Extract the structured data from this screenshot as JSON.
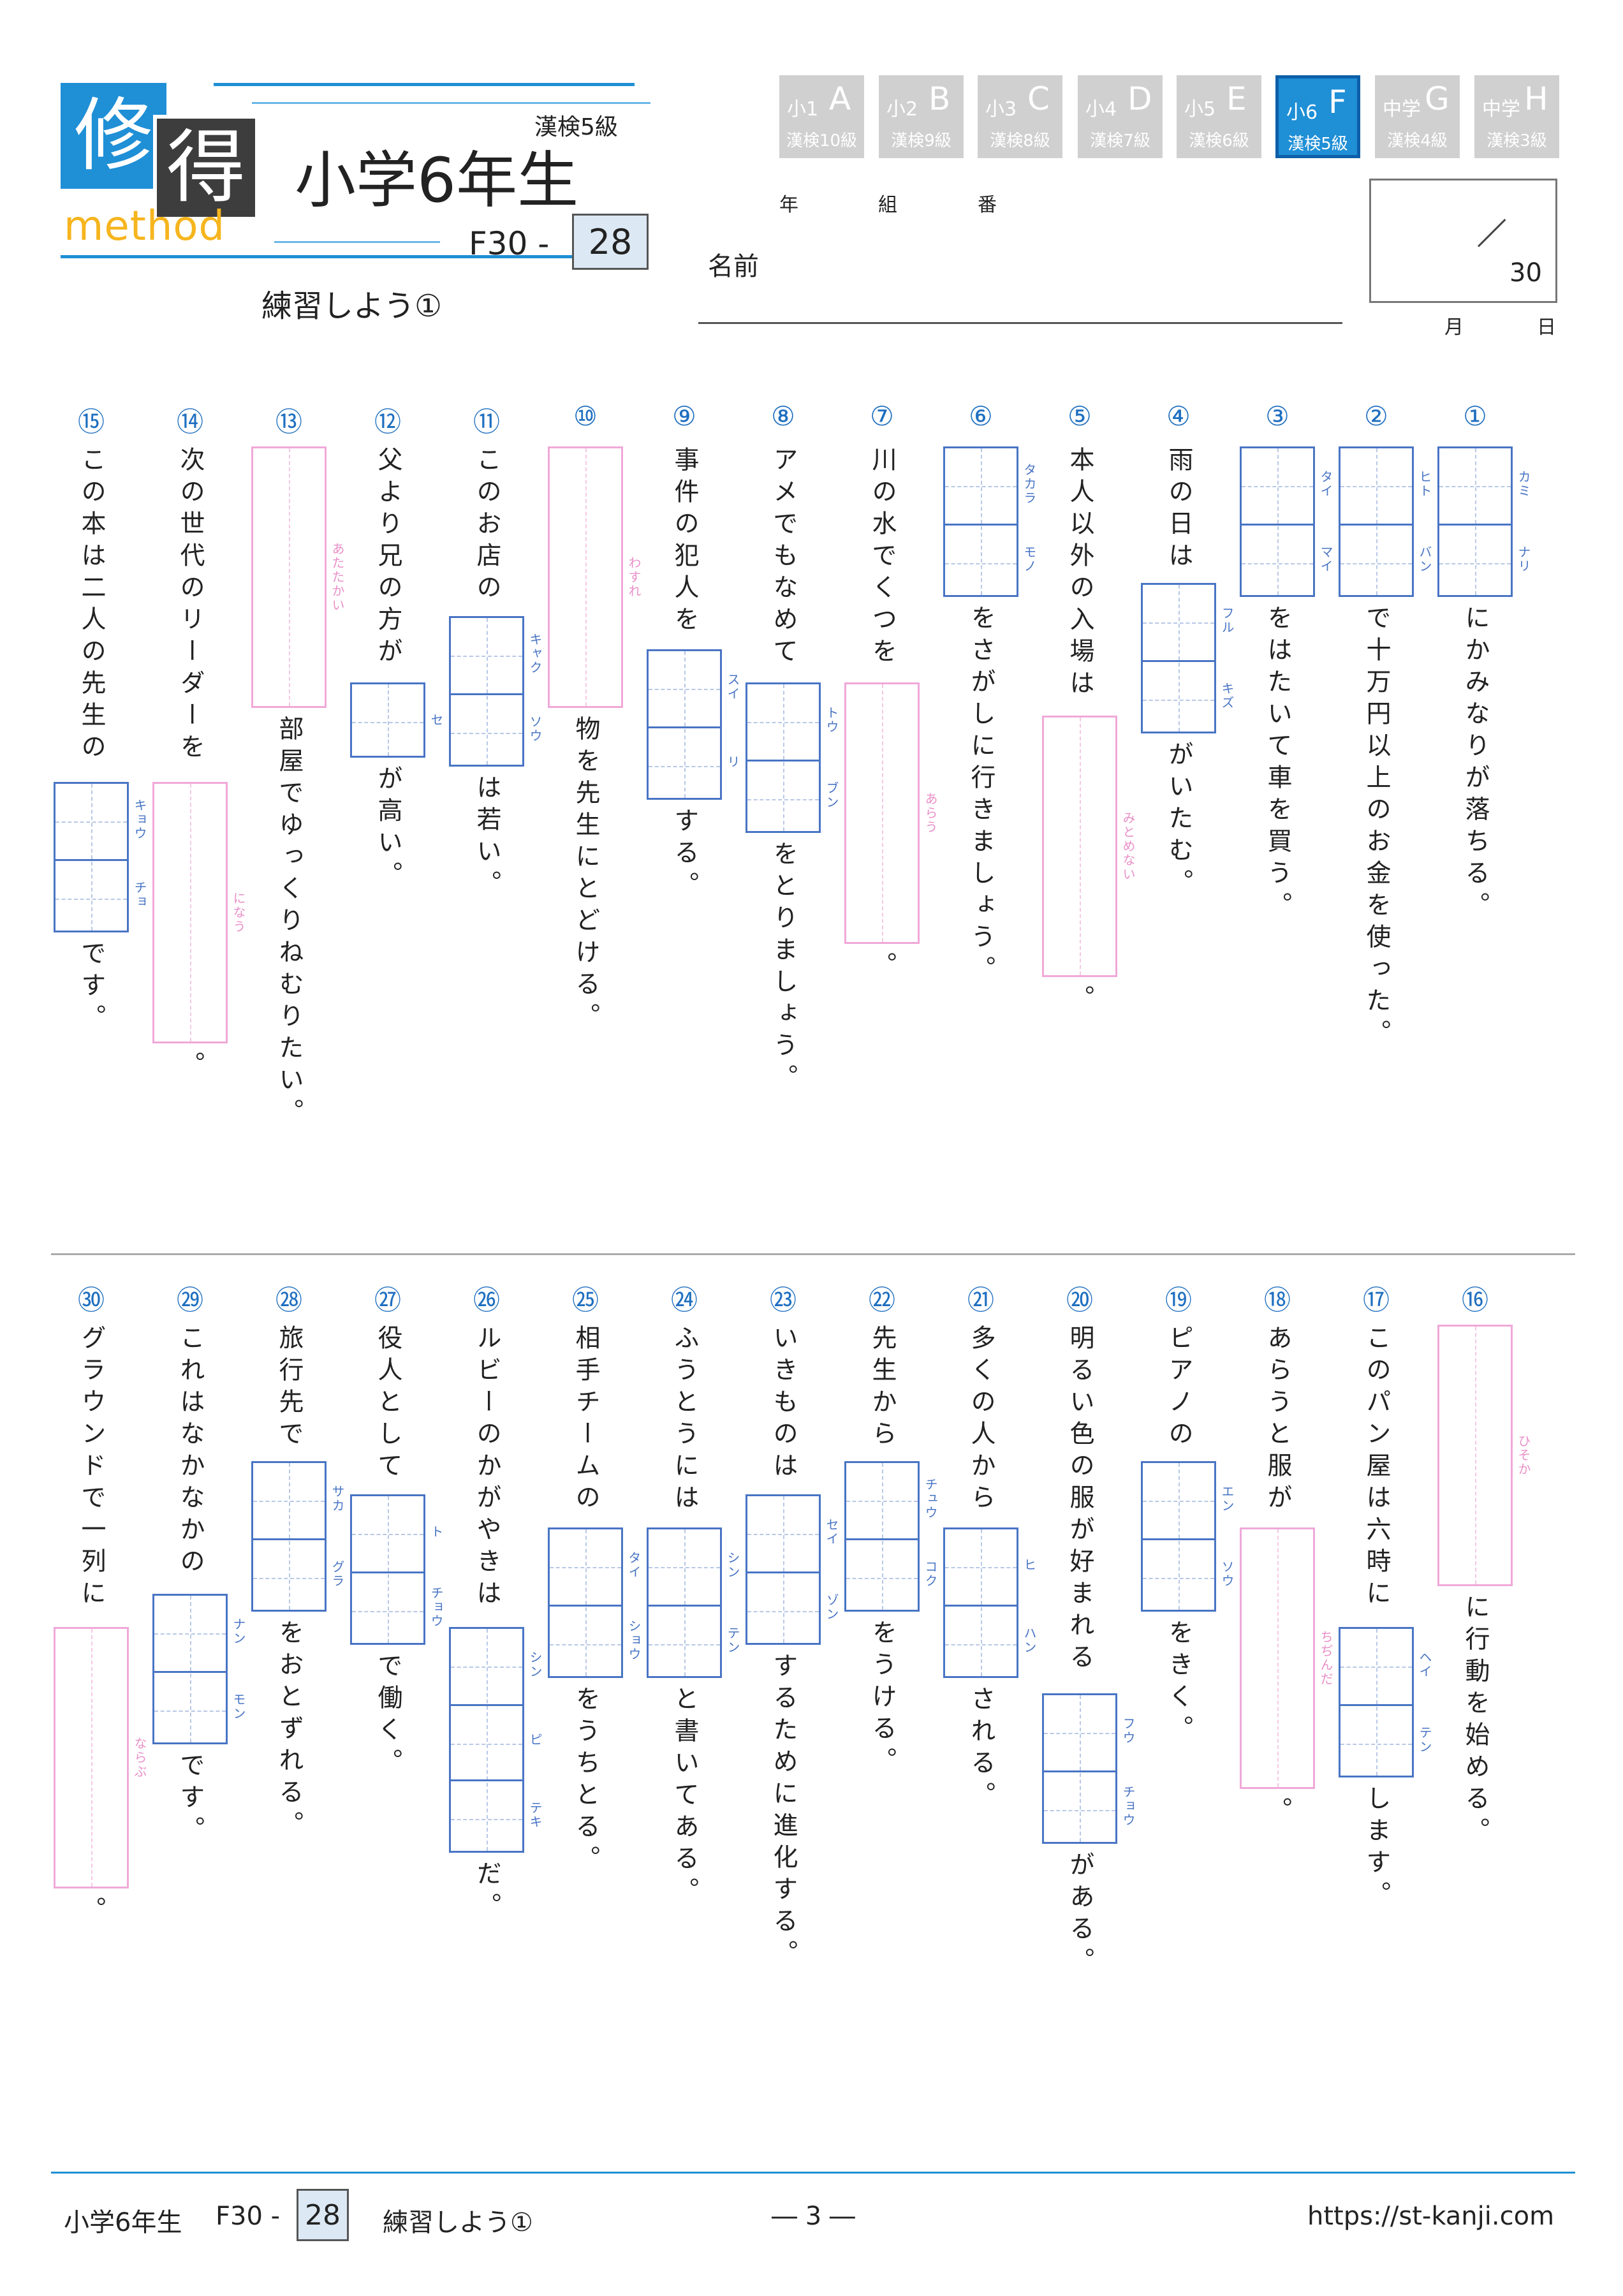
{
  "logo": {
    "char1": "修",
    "char2": "得",
    "word": "method"
  },
  "header": {
    "grade_title": "小学6年生",
    "kentei": "漢検5級",
    "code_prefix": "F30 -",
    "number": "28",
    "subtitle": "練習しよう①"
  },
  "levels": [
    {
      "grade": "小1",
      "letter": "A",
      "kentei": "漢検10級",
      "active": false
    },
    {
      "grade": "小2",
      "letter": "B",
      "kentei": "漢検9級",
      "active": false
    },
    {
      "grade": "小3",
      "letter": "C",
      "kentei": "漢検8級",
      "active": false
    },
    {
      "grade": "小4",
      "letter": "D",
      "kentei": "漢検7級",
      "active": false
    },
    {
      "grade": "小5",
      "letter": "E",
      "kentei": "漢検6級",
      "active": false
    },
    {
      "grade": "小6",
      "letter": "F",
      "kentei": "漢検5級",
      "active": true
    },
    {
      "grade": "中学",
      "letter": "G",
      "kentei": "漢検4級",
      "active": false
    },
    {
      "grade": "中学",
      "letter": "H",
      "kentei": "漢検3級",
      "active": false
    }
  ],
  "form": {
    "year": "年",
    "class": "組",
    "number": "番",
    "name": "名前",
    "month": "月",
    "day": "日",
    "score_max": "30"
  },
  "colors": {
    "accent": "#1f8fd6",
    "kanji_box": "#4874c4",
    "kana_box": "#f0a8d8",
    "number_bg": "#dce9f4"
  },
  "questions": [
    {
      "num": "1",
      "parts": [
        {
          "box": {
            "type": "kanji",
            "readings": [
              "カミ",
              "ナリ"
            ],
            "len": 2
          }
        },
        {
          "text": "にかみなりが落ちる。"
        }
      ]
    },
    {
      "num": "2",
      "parts": [
        {
          "box": {
            "type": "kanji",
            "readings": [
              "ヒト",
              "バン"
            ],
            "len": 2
          }
        },
        {
          "text": "で十万円以上のお金を使った。"
        }
      ]
    },
    {
      "num": "3",
      "parts": [
        {
          "box": {
            "type": "kanji",
            "readings": [
              "タイ",
              "マイ"
            ],
            "len": 2
          }
        },
        {
          "text": "をはたいて車を買う。"
        }
      ]
    },
    {
      "num": "4",
      "parts": [
        {
          "text": "雨の日は"
        },
        {
          "box": {
            "type": "kanji",
            "readings": [
              "フル",
              "キズ"
            ],
            "len": 2
          }
        },
        {
          "text": "がいたむ。"
        }
      ]
    },
    {
      "num": "5",
      "parts": [
        {
          "text": "本人以外の入場は"
        },
        {
          "box": {
            "type": "kana",
            "readings": [
              "みとめない"
            ],
            "len": 3
          }
        },
        {
          "text": "。"
        }
      ]
    },
    {
      "num": "6",
      "parts": [
        {
          "box": {
            "type": "kanji",
            "readings": [
              "タカラ",
              "モノ"
            ],
            "len": 2
          }
        },
        {
          "text": "をさがしに行きましょう。"
        }
      ]
    },
    {
      "num": "7",
      "parts": [
        {
          "text": "川の水でくつを"
        },
        {
          "box": {
            "type": "kana",
            "readings": [
              "あらう"
            ],
            "len": 3
          }
        },
        {
          "text": "。"
        }
      ]
    },
    {
      "num": "8",
      "parts": [
        {
          "text": "アメでもなめて"
        },
        {
          "box": {
            "type": "kanji",
            "readings": [
              "トウ",
              "ブン"
            ],
            "len": 2
          }
        },
        {
          "text": "をとりましょう。"
        }
      ]
    },
    {
      "num": "9",
      "parts": [
        {
          "text": "事件の犯人を"
        },
        {
          "box": {
            "type": "kanji",
            "readings": [
              "スイ",
              "リ"
            ],
            "len": 2
          }
        },
        {
          "text": "する。"
        }
      ]
    },
    {
      "num": "10",
      "parts": [
        {
          "box": {
            "type": "kana",
            "readings": [
              "わすれ"
            ],
            "len": 3
          }
        },
        {
          "text": "物を先生にとどける。"
        }
      ]
    },
    {
      "num": "11",
      "parts": [
        {
          "text": "このお店の"
        },
        {
          "box": {
            "type": "kanji",
            "readings": [
              "キャク",
              "ソウ"
            ],
            "len": 2
          }
        },
        {
          "text": "は若い。"
        }
      ]
    },
    {
      "num": "12",
      "parts": [
        {
          "text": "父より兄の方が"
        },
        {
          "box": {
            "type": "kanji",
            "readings": [
              "セ"
            ],
            "len": 1
          }
        },
        {
          "text": "が高い。"
        }
      ]
    },
    {
      "num": "13",
      "parts": [
        {
          "box": {
            "type": "kana",
            "readings": [
              "あたたかい"
            ],
            "len": 3
          }
        },
        {
          "text": "部屋でゆっくりねむりたい。"
        }
      ]
    },
    {
      "num": "14",
      "parts": [
        {
          "text": "次の世代のリーダーを"
        },
        {
          "box": {
            "type": "kana",
            "readings": [
              "になう"
            ],
            "len": 3
          }
        },
        {
          "text": "。"
        }
      ]
    },
    {
      "num": "15",
      "parts": [
        {
          "text": "この本は二人の先生の"
        },
        {
          "box": {
            "type": "kanji",
            "readings": [
              "キョウ",
              "チョ"
            ],
            "len": 2
          }
        },
        {
          "text": "です。"
        }
      ]
    },
    {
      "num": "16",
      "parts": [
        {
          "box": {
            "type": "kana",
            "readings": [
              "ひそか"
            ],
            "len": 3
          }
        },
        {
          "text": "に行動を始める。"
        }
      ]
    },
    {
      "num": "17",
      "parts": [
        {
          "text": "このパン屋は六時に"
        },
        {
          "box": {
            "type": "kanji",
            "readings": [
              "ヘイ",
              "テン"
            ],
            "len": 2
          }
        },
        {
          "text": "します。"
        }
      ]
    },
    {
      "num": "18",
      "parts": [
        {
          "text": "あらうと服が"
        },
        {
          "box": {
            "type": "kana",
            "readings": [
              "ちぢんだ"
            ],
            "len": 3
          }
        },
        {
          "text": "。"
        }
      ]
    },
    {
      "num": "19",
      "parts": [
        {
          "text": "ピアノの"
        },
        {
          "box": {
            "type": "kanji",
            "readings": [
              "エン",
              "ソウ"
            ],
            "len": 2
          }
        },
        {
          "text": "をきく。"
        }
      ]
    },
    {
      "num": "20",
      "parts": [
        {
          "text": "明るい色の服が好まれる"
        },
        {
          "box": {
            "type": "kanji",
            "readings": [
              "フウ",
              "チョウ"
            ],
            "len": 2
          }
        },
        {
          "text": "がある。"
        }
      ]
    },
    {
      "num": "21",
      "parts": [
        {
          "text": "多くの人から"
        },
        {
          "box": {
            "type": "kanji",
            "readings": [
              "ヒ",
              "ハン"
            ],
            "len": 2
          }
        },
        {
          "text": "される。"
        }
      ]
    },
    {
      "num": "22",
      "parts": [
        {
          "text": "先生から"
        },
        {
          "box": {
            "type": "kanji",
            "readings": [
              "チュウ",
              "コク"
            ],
            "len": 2
          }
        },
        {
          "text": "をうける。"
        }
      ]
    },
    {
      "num": "23",
      "parts": [
        {
          "text": "いきものは"
        },
        {
          "box": {
            "type": "kanji",
            "readings": [
              "セイ",
              "ゾン"
            ],
            "len": 2
          }
        },
        {
          "text": "するために進化する。"
        }
      ]
    },
    {
      "num": "24",
      "parts": [
        {
          "text": "ふうとうには"
        },
        {
          "box": {
            "type": "kanji",
            "readings": [
              "シン",
              "テン"
            ],
            "len": 2
          }
        },
        {
          "text": "と書いてある。"
        }
      ]
    },
    {
      "num": "25",
      "parts": [
        {
          "text": "相手チームの"
        },
        {
          "box": {
            "type": "kanji",
            "readings": [
              "タイ",
              "ショウ"
            ],
            "len": 2
          }
        },
        {
          "text": "をうちとる。"
        }
      ]
    },
    {
      "num": "26",
      "parts": [
        {
          "text": "ルビーのかがやきは"
        },
        {
          "box": {
            "type": "kanji",
            "readings": [
              "シン",
              "ピ",
              "テキ"
            ],
            "len": 3
          }
        },
        {
          "text": "だ。"
        }
      ]
    },
    {
      "num": "27",
      "parts": [
        {
          "text": "役人として"
        },
        {
          "box": {
            "type": "kanji",
            "readings": [
              "ト",
              "チョウ"
            ],
            "len": 2
          }
        },
        {
          "text": "で働く。"
        }
      ]
    },
    {
      "num": "28",
      "parts": [
        {
          "text": "旅行先で"
        },
        {
          "box": {
            "type": "kanji",
            "readings": [
              "サカ",
              "グラ"
            ],
            "len": 2
          }
        },
        {
          "text": "をおとずれる。"
        }
      ]
    },
    {
      "num": "29",
      "parts": [
        {
          "text": "これはなかなかの"
        },
        {
          "box": {
            "type": "kanji",
            "readings": [
              "ナン",
              "モン"
            ],
            "len": 2
          }
        },
        {
          "text": "です。"
        }
      ]
    },
    {
      "num": "30",
      "parts": [
        {
          "text": "グラウンドで一列に"
        },
        {
          "box": {
            "type": "kana",
            "readings": [
              "ならぶ"
            ],
            "len": 3
          }
        },
        {
          "text": "。"
        }
      ]
    }
  ],
  "footer": {
    "grade": "小学6年生",
    "code_prefix": "F30 -",
    "number": "28",
    "title": "練習しよう①",
    "page": "― 3 ―",
    "url": "https://st-kanji.com"
  }
}
